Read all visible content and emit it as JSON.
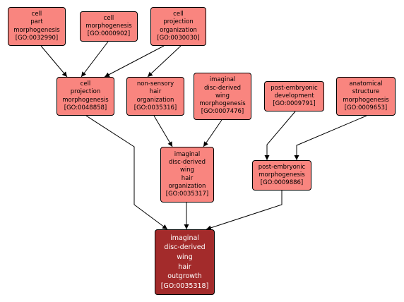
{
  "colors": {
    "term": "#f9857f",
    "focus": "#a32b2b",
    "edge": "#000000"
  },
  "nodes": [
    {
      "id": "GO:0032990",
      "lines": [
        "cell",
        "part",
        "morphogenesis",
        "[GO:0032990]"
      ]
    },
    {
      "id": "GO:0000902",
      "lines": [
        "cell",
        "morphogenesis",
        "[GO:0000902]"
      ]
    },
    {
      "id": "GO:0030030",
      "lines": [
        "cell",
        "projection",
        "organization",
        "[GO:0030030]"
      ]
    },
    {
      "id": "GO:0048858",
      "lines": [
        "cell",
        "projection",
        "morphogenesis",
        "[GO:0048858]"
      ]
    },
    {
      "id": "GO:0035316",
      "lines": [
        "non-sensory",
        "hair",
        "organization",
        "[GO:0035316]"
      ]
    },
    {
      "id": "GO:0007476",
      "lines": [
        "imaginal",
        "disc-derived",
        "wing",
        "morphogenesis",
        "[GO:0007476]"
      ]
    },
    {
      "id": "GO:0009791",
      "lines": [
        "post-embryonic",
        "development",
        "[GO:0009791]"
      ]
    },
    {
      "id": "GO:0009653",
      "lines": [
        "anatomical",
        "structure",
        "morphogenesis",
        "[GO:0009653]"
      ]
    },
    {
      "id": "GO:0035317",
      "lines": [
        "imaginal",
        "disc-derived",
        "wing",
        "hair",
        "organization",
        "[GO:0035317]"
      ]
    },
    {
      "id": "GO:0009886",
      "lines": [
        "post-embryonic",
        "morphogenesis",
        "[GO:0009886]"
      ]
    },
    {
      "id": "GO:0035318",
      "lines": [
        "imaginal",
        "disc-derived",
        "wing",
        "hair",
        "outgrowth",
        "[GO:0035318]"
      ],
      "focus": true
    }
  ],
  "edges": [
    [
      "GO:0032990",
      "GO:0048858"
    ],
    [
      "GO:0000902",
      "GO:0048858"
    ],
    [
      "GO:0030030",
      "GO:0048858"
    ],
    [
      "GO:0030030",
      "GO:0035316"
    ],
    [
      "GO:0035316",
      "GO:0035317"
    ],
    [
      "GO:0007476",
      "GO:0035317"
    ],
    [
      "GO:0009791",
      "GO:0009886"
    ],
    [
      "GO:0009653",
      "GO:0009886"
    ],
    [
      "GO:0048858",
      "GO:0035318"
    ],
    [
      "GO:0035317",
      "GO:0035318"
    ],
    [
      "GO:0009886",
      "GO:0035318"
    ]
  ]
}
